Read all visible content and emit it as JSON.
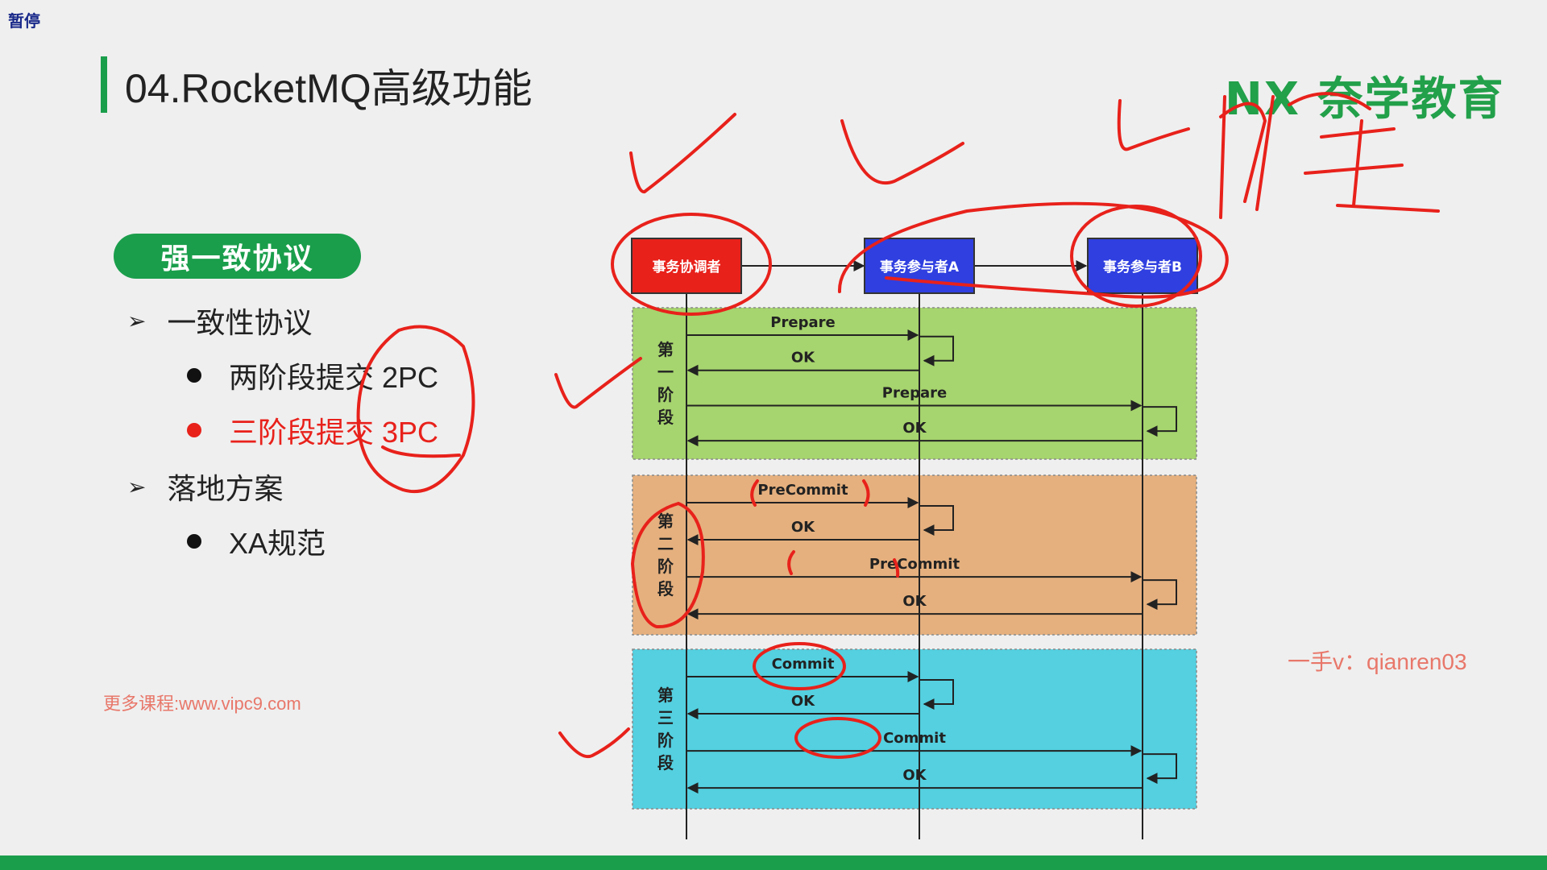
{
  "pause_label": "暂停",
  "page_title": "04.RocketMQ高级功能",
  "logo_text": "NX 奈学教育",
  "section_label": "强一致协议",
  "outline": {
    "consistency_protocol": "一致性协议",
    "two_phase": "两阶段提交 2PC",
    "three_phase": "三阶段提交 3PC",
    "landing_plan": "落地方案",
    "xa_spec": "XA规范"
  },
  "more_courses": "更多课程:www.vipc9.com",
  "wechat": "一手v：qianren03",
  "actors": {
    "coordinator": "事务协调者",
    "participant_a": "事务参与者A",
    "participant_b": "事务参与者B"
  },
  "phases": [
    {
      "name": "第一阶段",
      "color": "#a6d46e",
      "messages": [
        {
          "label": "Prepare",
          "from": "coordinator",
          "to": "participant_a"
        },
        {
          "label": "OK",
          "from": "participant_a",
          "to": "coordinator"
        },
        {
          "label": "Prepare",
          "from": "coordinator",
          "to": "participant_b"
        },
        {
          "label": "OK",
          "from": "participant_b",
          "to": "coordinator"
        }
      ]
    },
    {
      "name": "第二阶段",
      "color": "#e5b07e",
      "messages": [
        {
          "label": "PreCommit",
          "from": "coordinator",
          "to": "participant_a"
        },
        {
          "label": "OK",
          "from": "participant_a",
          "to": "coordinator"
        },
        {
          "label": "PreCommit",
          "from": "coordinator",
          "to": "participant_b"
        },
        {
          "label": "OK",
          "from": "participant_b",
          "to": "coordinator"
        }
      ]
    },
    {
      "name": "第三阶段",
      "color": "#54d0e0",
      "messages": [
        {
          "label": "Commit",
          "from": "coordinator",
          "to": "participant_a"
        },
        {
          "label": "OK",
          "from": "participant_a",
          "to": "coordinator"
        },
        {
          "label": "Commit",
          "from": "coordinator",
          "to": "participant_b"
        },
        {
          "label": "OK",
          "from": "participant_b",
          "to": "coordinator"
        }
      ]
    }
  ],
  "colors": {
    "brand_green": "#1a9e4b",
    "coordinator": "#e8211b",
    "participant": "#2f3fe0",
    "annotation_red": "#e8211b",
    "watermark": "#e8776a"
  }
}
